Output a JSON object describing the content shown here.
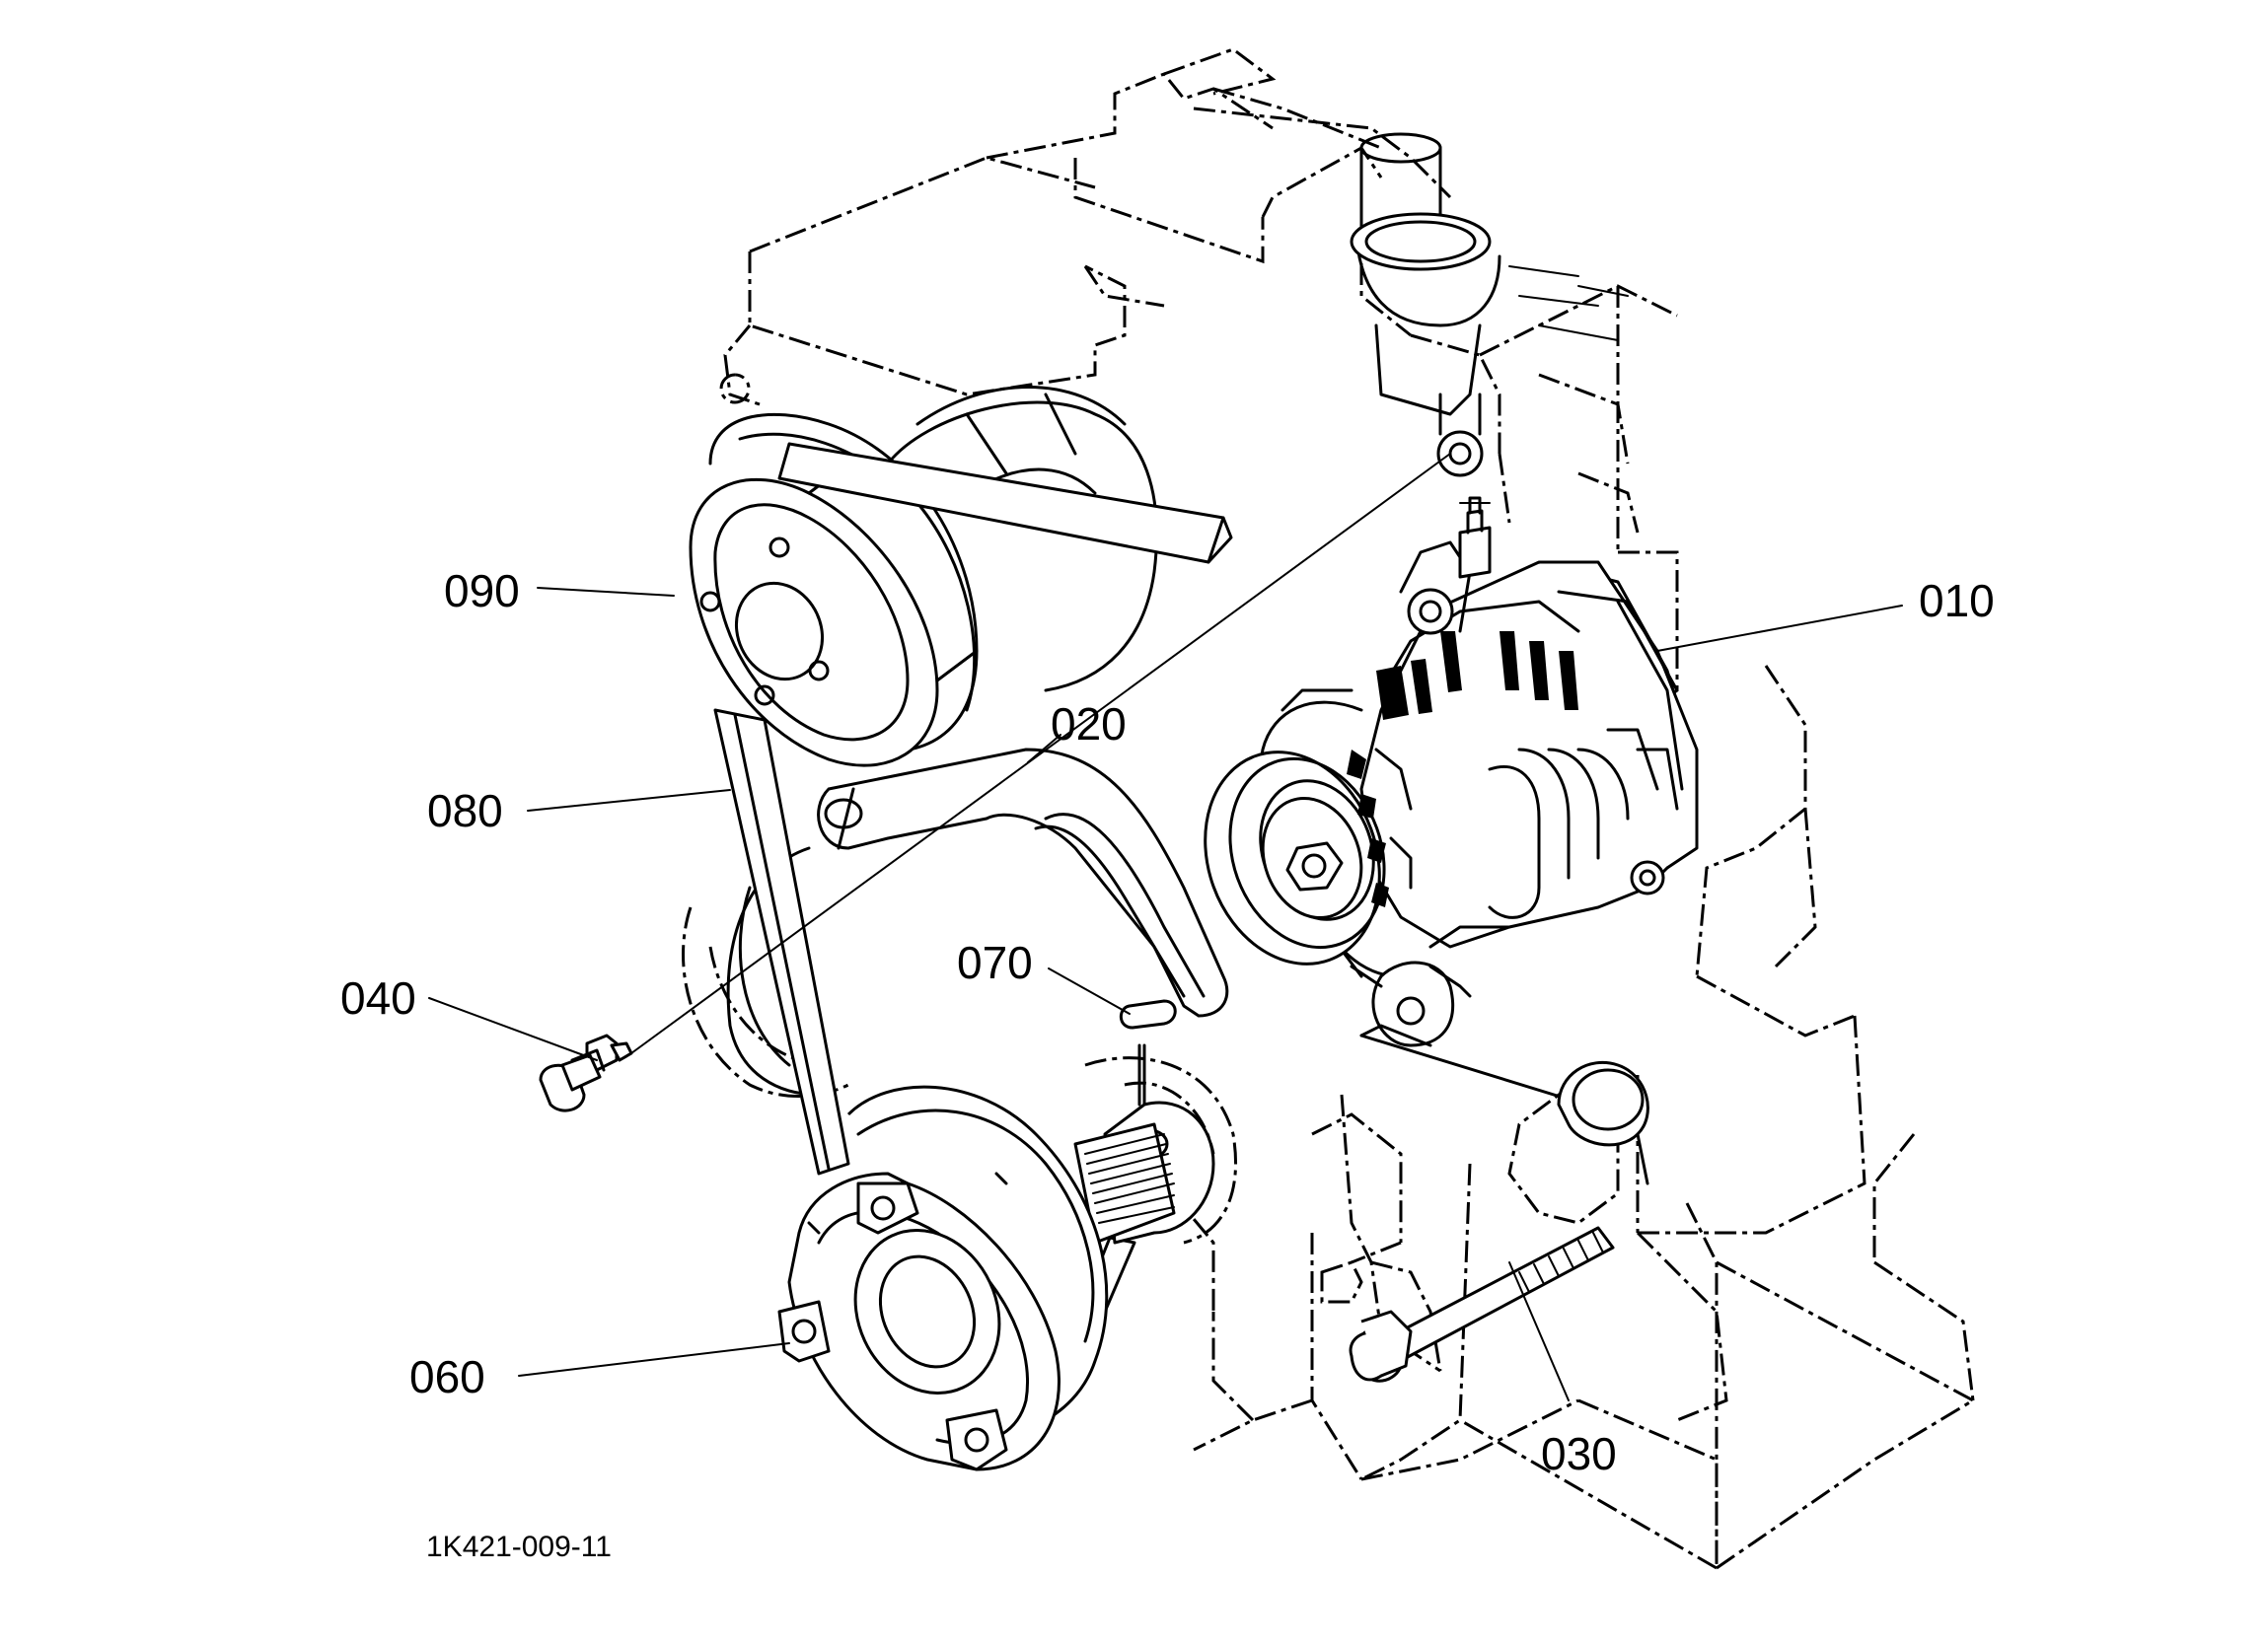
{
  "drawing_number": "1K421-009-11",
  "parts": [
    {
      "ref": "010",
      "name": "alternator"
    },
    {
      "ref": "020",
      "name": "alternator-stay"
    },
    {
      "ref": "030",
      "name": "alternator-bolt"
    },
    {
      "ref": "040",
      "name": "stay-bolt"
    },
    {
      "ref": "060",
      "name": "crankshaft-pulley"
    },
    {
      "ref": "070",
      "name": "feather-key"
    },
    {
      "ref": "080",
      "name": "v-belt"
    },
    {
      "ref": "090",
      "name": "fan-pulley"
    }
  ]
}
